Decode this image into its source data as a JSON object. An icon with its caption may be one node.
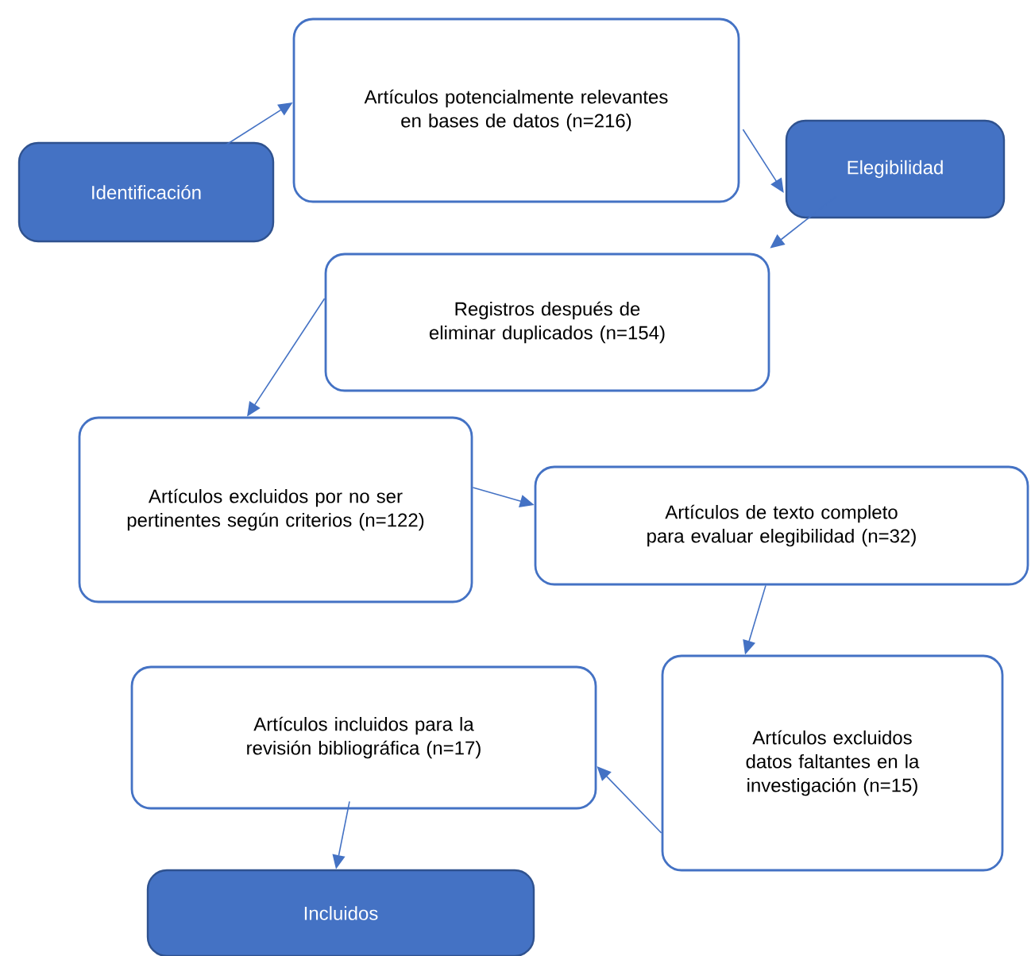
{
  "diagram": {
    "nodes": [
      {
        "text": [
          "Identificación"
        ]
      },
      {
        "text": [
          "Artículos potencialmente relevantes en bases de datos (n=216)"
        ]
      },
      {
        "text": [
          "Elegibilidad"
        ]
      },
      {
        "text": [
          "Registros después de eliminar duplicados (n=154)"
        ]
      },
      {
        "text": [
          "Artículos excluidos por no ser pertinentes según criterios (n=122)"
        ]
      },
      {
        "text": [
          "Artículos de texto completo para evaluar elegibilidad (n=32)"
        ]
      },
      {
        "text": [
          "Artículos incluidos para la revisión bibliográfica (n=17)"
        ]
      },
      {
        "text": [
          "Artículos excluidos datos faltantes en la investigación (n=15)"
        ]
      },
      {
        "text": [
          "Incluidos"
        ]
      }
    ],
    "edges": [
      {
        "from": 0,
        "to": 1,
        "arrow": "to"
      },
      {
        "from": 1,
        "to": 2,
        "arrow": "to"
      },
      {
        "from": 2,
        "to": 3,
        "arrow": "to"
      },
      {
        "from": 3,
        "to": 4,
        "arrow": "to"
      },
      {
        "from": 4,
        "to": 5,
        "arrow": "to"
      },
      {
        "from": 5,
        "to": 7,
        "arrow": "to"
      },
      {
        "from": 7,
        "to": 6,
        "arrow": "to"
      },
      {
        "from": 6,
        "to": 8,
        "arrow": "to"
      }
    ]
  }
}
